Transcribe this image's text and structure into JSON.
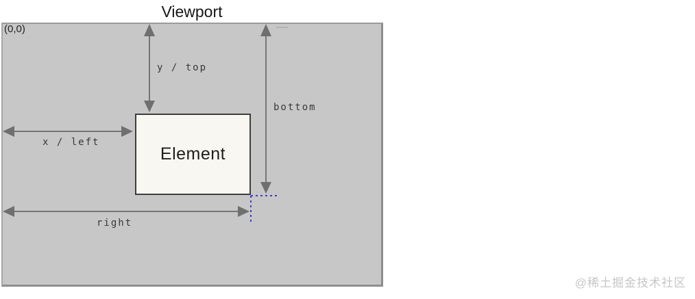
{
  "title": "Viewport",
  "viewport": {
    "origin_label": "(0,0)",
    "element_label": "Element",
    "measurements": {
      "y_top": "y / top",
      "bottom": "bottom",
      "x_left": "x / left",
      "right": "right"
    }
  },
  "watermark": "@稀土掘金技术社区",
  "colors": {
    "viewport_bg": "#c7c7c7",
    "viewport_border": "#8d8d8d",
    "element_bg": "#f9f7f1",
    "element_border": "#3d3d3d",
    "arrow": "#6f6f6f",
    "label_text": "#383838",
    "guide_blue": "#3c3ccf",
    "watermark": "#c6c6c6"
  },
  "icons": {
    "arrows": [
      {
        "name": "y-top-arrow",
        "orientation": "vertical",
        "label": "y / top"
      },
      {
        "name": "bottom-arrow",
        "orientation": "vertical",
        "label": "bottom"
      },
      {
        "name": "x-left-arrow",
        "orientation": "horizontal",
        "label": "x / left"
      },
      {
        "name": "right-arrow",
        "orientation": "horizontal",
        "label": "right"
      }
    ]
  }
}
